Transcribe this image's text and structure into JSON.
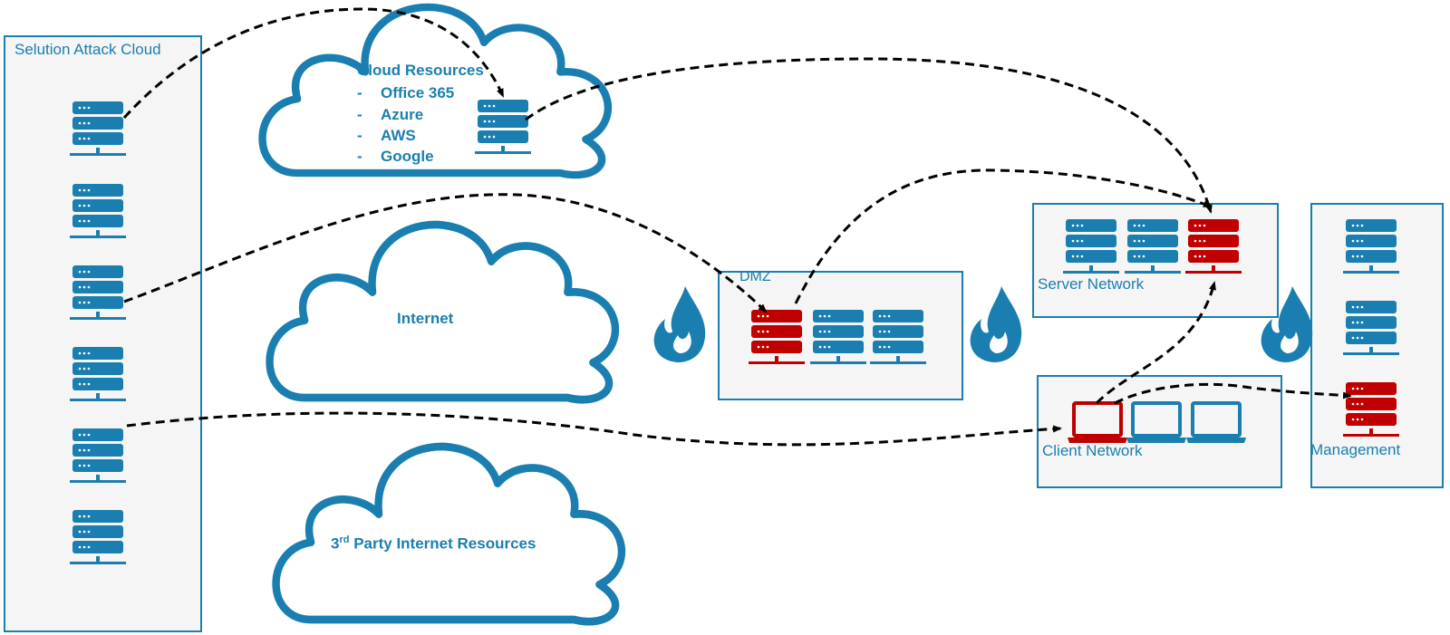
{
  "attack_cloud": {
    "title": "Selution Attack Cloud"
  },
  "cloud_resources": {
    "title": "Cloud Resources",
    "bullet": "-",
    "items": [
      "Office 365",
      "Azure",
      "AWS",
      "Google"
    ]
  },
  "internet": {
    "label": "Internet"
  },
  "third_party": {
    "label_prefix": "3",
    "label_sup": "rd",
    "label_rest": " Party Internet Resources"
  },
  "dmz": {
    "label": "DMZ"
  },
  "server_network": {
    "label": "Server Network"
  },
  "client_network": {
    "label": "Client Network"
  },
  "management": {
    "label": "Management"
  },
  "colors": {
    "blue": "#1a7fb0",
    "red": "#c00000",
    "panel_fill": "#f5f5f5",
    "arrow": "#000000"
  },
  "icons": [
    "server-icon",
    "laptop-icon",
    "fire-icon",
    "cloud-shape"
  ]
}
